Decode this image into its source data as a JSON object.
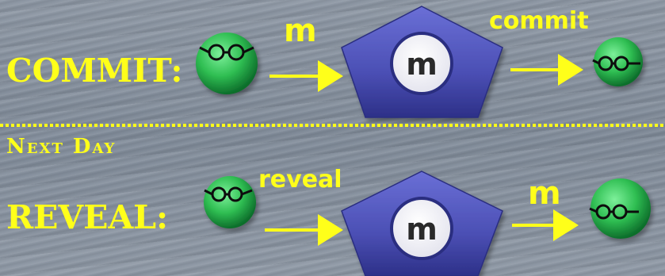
{
  "commit_row": {
    "row_label": "COMMIT:",
    "arrow_in_label": "m",
    "box_label": "m",
    "arrow_out_label": "commit"
  },
  "divider_label": "Next Day",
  "reveal_row": {
    "row_label": "REVEAL:",
    "arrow_in_label": "reveal",
    "box_label": "m",
    "arrow_out_label": "m"
  },
  "colors": {
    "accent_yellow": "#ffff1a",
    "ball_green": "#2fbe52",
    "pentagon_blue": "#4b4fb4",
    "background": "#8a94a1"
  },
  "icons": [
    "person-with-glasses-icon",
    "pentagon-box-icon",
    "arrow-right-icon"
  ]
}
